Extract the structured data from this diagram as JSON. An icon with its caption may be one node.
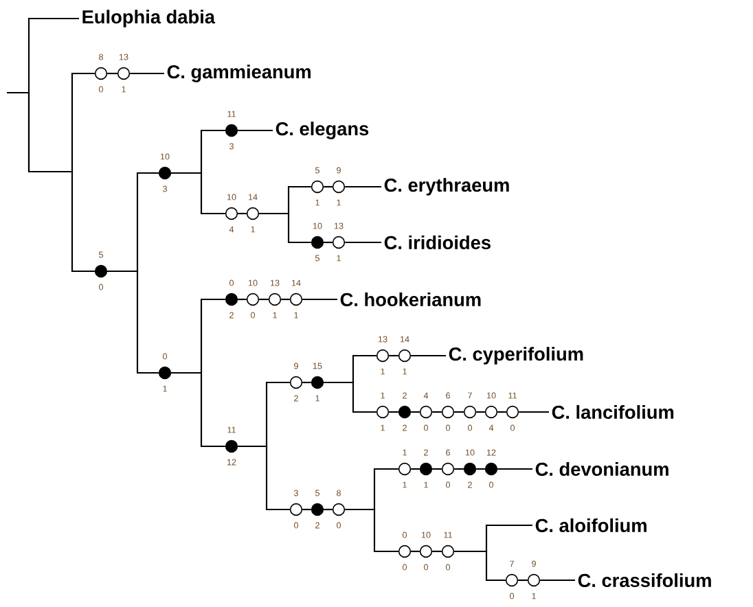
{
  "diagram": {
    "nodes": [
      {
        "text": [
          "Eulophia dabia"
        ]
      },
      {
        "text": [],
        "shape": "circle",
        "beside": [
          "8",
          "0"
        ]
      },
      {
        "text": [],
        "shape": "circle",
        "beside": [
          "13",
          "1"
        ]
      },
      {
        "text": [
          "C. gammieanum"
        ]
      },
      {
        "text": [],
        "shape": "dot",
        "beside": [
          "11",
          "3"
        ]
      },
      {
        "text": [
          "C. elegans"
        ]
      },
      {
        "text": [],
        "shape": "dot",
        "beside": [
          "10",
          "3"
        ]
      },
      {
        "text": [],
        "shape": "circle",
        "beside": [
          "5",
          "1"
        ]
      },
      {
        "text": [],
        "shape": "circle",
        "beside": [
          "9",
          "1"
        ]
      },
      {
        "text": [
          "C. erythraeum"
        ]
      },
      {
        "text": [],
        "shape": "circle",
        "beside": [
          "10",
          "4"
        ]
      },
      {
        "text": [],
        "shape": "circle",
        "beside": [
          "14",
          "1"
        ]
      },
      {
        "text": [],
        "shape": "dot",
        "beside": [
          "10",
          "5"
        ]
      },
      {
        "text": [],
        "shape": "circle",
        "beside": [
          "13",
          "1"
        ]
      },
      {
        "text": [
          "C. iridioides"
        ]
      },
      {
        "text": [],
        "shape": "dot",
        "beside": [
          "5",
          "0"
        ]
      },
      {
        "text": [],
        "shape": "dot",
        "beside": [
          "0",
          "2"
        ]
      },
      {
        "text": [],
        "shape": "circle",
        "beside": [
          "10",
          "0"
        ]
      },
      {
        "text": [],
        "shape": "circle",
        "beside": [
          "13",
          "1"
        ]
      },
      {
        "text": [],
        "shape": "circle",
        "beside": [
          "14",
          "1"
        ]
      },
      {
        "text": [
          "C. hookerianum"
        ]
      },
      {
        "text": [],
        "shape": "circle",
        "beside": [
          "13",
          "1"
        ]
      },
      {
        "text": [],
        "shape": "circle",
        "beside": [
          "14",
          "1"
        ]
      },
      {
        "text": [
          "C. cyperifolium"
        ]
      },
      {
        "text": [],
        "shape": "dot",
        "beside": [
          "0",
          "1"
        ]
      },
      {
        "text": [],
        "shape": "circle",
        "beside": [
          "9",
          "2"
        ]
      },
      {
        "text": [],
        "shape": "dot",
        "beside": [
          "15",
          "1"
        ]
      },
      {
        "text": [],
        "shape": "circle",
        "beside": [
          "1",
          "1"
        ]
      },
      {
        "text": [],
        "shape": "dot",
        "beside": [
          "2",
          "2"
        ]
      },
      {
        "text": [],
        "shape": "circle",
        "beside": [
          "4",
          "0"
        ]
      },
      {
        "text": [],
        "shape": "circle",
        "beside": [
          "6",
          "0"
        ]
      },
      {
        "text": [],
        "shape": "circle",
        "beside": [
          "7",
          "0"
        ]
      },
      {
        "text": [],
        "shape": "circle",
        "beside": [
          "10",
          "4"
        ]
      },
      {
        "text": [],
        "shape": "circle",
        "beside": [
          "11",
          "0"
        ]
      },
      {
        "text": [
          "C. lancifolium"
        ]
      },
      {
        "text": [],
        "shape": "dot",
        "beside": [
          "11",
          "12"
        ]
      },
      {
        "text": [],
        "shape": "circle",
        "beside": [
          "1",
          "1"
        ]
      },
      {
        "text": [],
        "shape": "dot",
        "beside": [
          "2",
          "1"
        ]
      },
      {
        "text": [],
        "shape": "circle",
        "beside": [
          "6",
          "0"
        ]
      },
      {
        "text": [],
        "shape": "dot",
        "beside": [
          "10",
          "2"
        ]
      },
      {
        "text": [],
        "shape": "dot",
        "beside": [
          "12",
          "0"
        ]
      },
      {
        "text": [
          "C. devonianum"
        ]
      },
      {
        "text": [],
        "shape": "circle",
        "beside": [
          "3",
          "0"
        ]
      },
      {
        "text": [],
        "shape": "dot",
        "beside": [
          "5",
          "2"
        ]
      },
      {
        "text": [],
        "shape": "circle",
        "beside": [
          "8",
          "0"
        ]
      },
      {
        "text": [
          "C. aloifolium"
        ]
      },
      {
        "text": [],
        "shape": "circle",
        "beside": [
          "0",
          "0"
        ]
      },
      {
        "text": [],
        "shape": "circle",
        "beside": [
          "10",
          "0"
        ]
      },
      {
        "text": [],
        "shape": "circle",
        "beside": [
          "11",
          "0"
        ]
      },
      {
        "text": [],
        "shape": "circle",
        "beside": [
          "7",
          "0"
        ]
      },
      {
        "text": [],
        "shape": "circle",
        "beside": [
          "9",
          "1"
        ]
      },
      {
        "text": [
          "C. crassifolium"
        ]
      }
    ],
    "edges": [
      {
        "from": null,
        "to": 0,
        "arrow": "none"
      },
      {
        "from": null,
        "to": 1,
        "arrow": "none"
      },
      {
        "from": null,
        "to": 15,
        "arrow": "none"
      },
      {
        "from": 1,
        "to": 2,
        "arrow": "none"
      },
      {
        "from": 2,
        "to": 3,
        "arrow": "none"
      },
      {
        "from": 15,
        "to": 6,
        "arrow": "none"
      },
      {
        "from": 15,
        "to": 24,
        "arrow": "none"
      },
      {
        "from": 6,
        "to": 4,
        "arrow": "none"
      },
      {
        "from": 6,
        "to": 10,
        "arrow": "none"
      },
      {
        "from": 4,
        "to": 5,
        "arrow": "none"
      },
      {
        "from": 11,
        "to": 7,
        "arrow": "none"
      },
      {
        "from": 11,
        "to": 12,
        "arrow": "none"
      },
      {
        "from": 10,
        "to": 11,
        "arrow": "none"
      },
      {
        "from": 7,
        "to": 8,
        "arrow": "none"
      },
      {
        "from": 8,
        "to": 9,
        "arrow": "none"
      },
      {
        "from": 12,
        "to": 13,
        "arrow": "none"
      },
      {
        "from": 13,
        "to": 14,
        "arrow": "none"
      },
      {
        "from": 24,
        "to": 16,
        "arrow": "none"
      },
      {
        "from": 24,
        "to": 35,
        "arrow": "none"
      },
      {
        "from": 16,
        "to": 17,
        "arrow": "none"
      },
      {
        "from": 17,
        "to": 18,
        "arrow": "none"
      },
      {
        "from": 18,
        "to": 19,
        "arrow": "none"
      },
      {
        "from": 19,
        "to": 20,
        "arrow": "none"
      },
      {
        "from": 35,
        "to": 25,
        "arrow": "none"
      },
      {
        "from": 35,
        "to": 42,
        "arrow": "none"
      },
      {
        "from": 25,
        "to": 26,
        "arrow": "none"
      },
      {
        "from": 26,
        "to": 21,
        "arrow": "none"
      },
      {
        "from": 26,
        "to": 27,
        "arrow": "none"
      },
      {
        "from": 21,
        "to": 22,
        "arrow": "none"
      },
      {
        "from": 22,
        "to": 23,
        "arrow": "none"
      },
      {
        "from": 27,
        "to": 28,
        "arrow": "none"
      },
      {
        "from": 28,
        "to": 29,
        "arrow": "none"
      },
      {
        "from": 29,
        "to": 30,
        "arrow": "none"
      },
      {
        "from": 30,
        "to": 31,
        "arrow": "none"
      },
      {
        "from": 31,
        "to": 32,
        "arrow": "none"
      },
      {
        "from": 32,
        "to": 33,
        "arrow": "none"
      },
      {
        "from": 33,
        "to": 34,
        "arrow": "none"
      },
      {
        "from": 44,
        "to": 36,
        "arrow": "none"
      },
      {
        "from": 44,
        "to": 46,
        "arrow": "none"
      },
      {
        "from": 42,
        "to": 43,
        "arrow": "none"
      },
      {
        "from": 43,
        "to": 44,
        "arrow": "none"
      },
      {
        "from": 36,
        "to": 37,
        "arrow": "none"
      },
      {
        "from": 37,
        "to": 38,
        "arrow": "none"
      },
      {
        "from": 38,
        "to": 39,
        "arrow": "none"
      },
      {
        "from": 39,
        "to": 40,
        "arrow": "none"
      },
      {
        "from": 40,
        "to": 41,
        "arrow": "none"
      },
      {
        "from": 48,
        "to": 45,
        "arrow": "none"
      },
      {
        "from": 48,
        "to": 49,
        "arrow": "none"
      },
      {
        "from": 46,
        "to": 47,
        "arrow": "none"
      },
      {
        "from": 47,
        "to": 48,
        "arrow": "none"
      },
      {
        "from": 49,
        "to": 50,
        "arrow": "none"
      },
      {
        "from": 50,
        "to": 51,
        "arrow": "none"
      }
    ]
  }
}
